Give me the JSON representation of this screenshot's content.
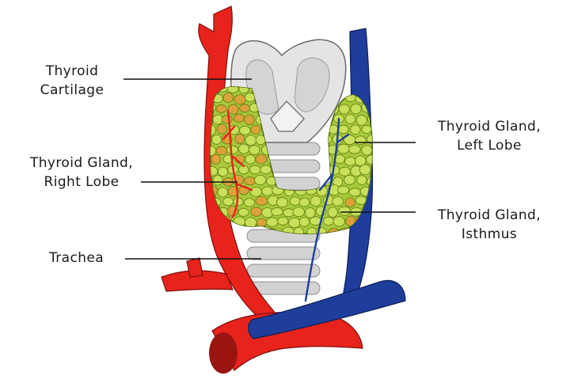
{
  "labels": {
    "thyroid_cartilage": [
      "Thyroid",
      "Cartilage"
    ],
    "right_lobe": [
      "Thyroid Gland,",
      "Right Lobe"
    ],
    "trachea": [
      "Trachea"
    ],
    "left_lobe": [
      "Thyroid Gland,",
      "Left Lobe"
    ],
    "isthmus": [
      "Thyroid Gland,",
      "Isthmus"
    ]
  },
  "colors": {
    "artery": "#e8231c",
    "artery_dark": "#9a1512",
    "vein": "#1f3e9c",
    "vein_dark": "#142a70",
    "gland": "#a7c93a",
    "gland_cell": "#c8e05a",
    "gland_orange": "#d9a23a",
    "cartilage": "#e4e4e4",
    "trachea": "#d2d2d2",
    "leader_line": "#111111"
  }
}
